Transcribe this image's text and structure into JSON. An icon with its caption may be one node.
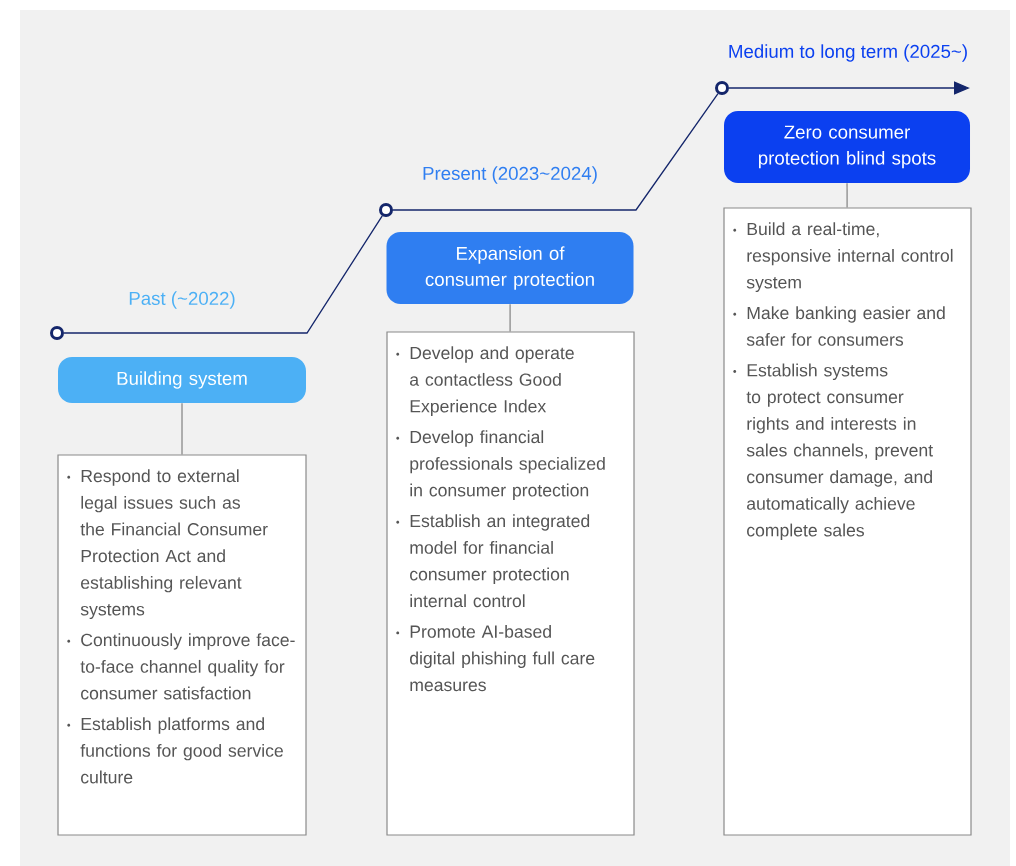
{
  "diagram": {
    "nodes": [
      {
        "text": [],
        "shape": "circle"
      },
      {
        "text": [
          "Building system"
        ]
      },
      {
        "text": [
          "Respond to external legal issues such as the Financial Consumer Protection Act and establishing relevant systems",
          "Continuously improve face-to-face channel quality for consumer satisfaction",
          "Establish platforms and functions for good service culture"
        ]
      },
      {
        "text": [],
        "shape": "circle"
      },
      {
        "text": [
          "Expansion of consumer protection"
        ]
      },
      {
        "text": [
          "Develop and operate a contactless Good Experience Index",
          "Develop financial professionals specialized in consumer protection",
          "Establish an integrated model for financial consumer protection internal control",
          "Promote AI-based digital phishing full care measures"
        ]
      },
      {
        "text": [],
        "shape": "circle"
      },
      {
        "text": [
          "Zero consumer protection blind spots"
        ]
      },
      {
        "text": [
          "Build a real-time, responsive internal control system",
          "Make banking easier and safer for consumers",
          "Establish systems to protect consumer rights and interests in sales channels, prevent consumer damage, and automatically achieve complete sales"
        ]
      }
    ],
    "edges": [
      {
        "from": 0,
        "to": 3,
        "arrow": "none"
      },
      {
        "from": 3,
        "to": 6,
        "arrow": "none"
      },
      {
        "from": 6,
        "to": null,
        "arrow": "to"
      },
      {
        "from": 1,
        "to": 2,
        "arrow": "none",
        "color": "#8a8a8a"
      },
      {
        "from": 4,
        "to": 5,
        "arrow": "none",
        "color": "#8a8a8a"
      },
      {
        "from": 7,
        "to": 8,
        "arrow": "none",
        "color": "#8a8a8a"
      }
    ],
    "labels": [
      "Medium to long term (2025~)",
      "Present (2023~2024)",
      "Past (~2022)"
    ]
  }
}
